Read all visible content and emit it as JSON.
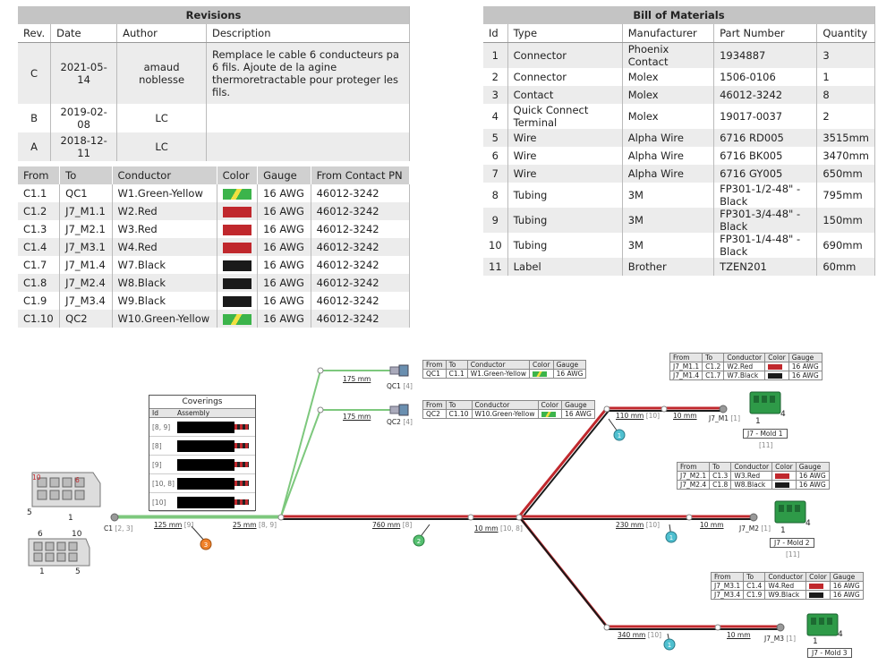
{
  "revisions": {
    "title": "Revisions",
    "headers": [
      "Rev.",
      "Date",
      "Author",
      "Description"
    ],
    "rows": [
      [
        "C",
        "2021-05-14",
        "amaud noblesse",
        "Remplace le cable 6 conducteurs pa 6 fils. Ajoute de la agine thermoretractable pour proteger les fils."
      ],
      [
        "B",
        "2019-02-08",
        "LC",
        ""
      ],
      [
        "A",
        "2018-12-11",
        "LC",
        ""
      ]
    ]
  },
  "bom": {
    "title": "Bill of Materials",
    "headers": [
      "Id",
      "Type",
      "Manufacturer",
      "Part Number",
      "Quantity"
    ],
    "rows": [
      [
        "1",
        "Connector",
        "Phoenix Contact",
        "1934887",
        "3"
      ],
      [
        "2",
        "Connector",
        "Molex",
        "1506-0106",
        "1"
      ],
      [
        "3",
        "Contact",
        "Molex",
        "46012-3242",
        "8"
      ],
      [
        "4",
        "Quick Connect Terminal",
        "Molex",
        "19017-0037",
        "2"
      ],
      [
        "5",
        "Wire",
        "Alpha Wire",
        "6716 RD005",
        "3515mm"
      ],
      [
        "6",
        "Wire",
        "Alpha Wire",
        "6716 BK005",
        "3470mm"
      ],
      [
        "7",
        "Wire",
        "Alpha Wire",
        "6716 GY005",
        "650mm"
      ],
      [
        "8",
        "Tubing",
        "3M",
        "FP301-1/2-48\" -Black",
        "795mm"
      ],
      [
        "9",
        "Tubing",
        "3M",
        "FP301-3/4-48\" -Black",
        "150mm"
      ],
      [
        "10",
        "Tubing",
        "3M",
        "FP301-1/4-48\" -Black",
        "690mm"
      ],
      [
        "11",
        "Label",
        "Brother",
        "TZEN201",
        "60mm"
      ]
    ]
  },
  "wires": {
    "headers": [
      "From",
      "To",
      "Conductor",
      "Color",
      "Gauge",
      "From Contact PN"
    ],
    "rows": [
      {
        "from": "C1.1",
        "to": "QC1",
        "conductor": "W1.Green-Yellow",
        "gauge": "16 AWG",
        "pn": "46012-3242",
        "color": "gy"
      },
      {
        "from": "C1.2",
        "to": "J7_M1.1",
        "conductor": "W2.Red",
        "gauge": "16 AWG",
        "pn": "46012-3242",
        "color": "red"
      },
      {
        "from": "C1.3",
        "to": "J7_M2.1",
        "conductor": "W3.Red",
        "gauge": "16 AWG",
        "pn": "46012-3242",
        "color": "red"
      },
      {
        "from": "C1.4",
        "to": "J7_M3.1",
        "conductor": "W4.Red",
        "gauge": "16 AWG",
        "pn": "46012-3242",
        "color": "red"
      },
      {
        "from": "C1.7",
        "to": "J7_M1.4",
        "conductor": "W7.Black",
        "gauge": "16 AWG",
        "pn": "46012-3242",
        "color": "black"
      },
      {
        "from": "C1.8",
        "to": "J7_M2.4",
        "conductor": "W8.Black",
        "gauge": "16 AWG",
        "pn": "46012-3242",
        "color": "black"
      },
      {
        "from": "C1.9",
        "to": "J7_M3.4",
        "conductor": "W9.Black",
        "gauge": "16 AWG",
        "pn": "46012-3242",
        "color": "black"
      },
      {
        "from": "C1.10",
        "to": "QC2",
        "conductor": "W10.Green-Yellow",
        "gauge": "16 AWG",
        "pn": "46012-3242",
        "color": "gy"
      }
    ]
  },
  "colors": {
    "red": "#c0282d",
    "black": "#1a1a1a",
    "green": "#3cb44b",
    "yellow": "#f0e040",
    "line_green": "#7dc87d"
  },
  "mini_headers": [
    "From",
    "To",
    "Conductor",
    "Color",
    "Gauge"
  ],
  "qc1_table": [
    [
      "QC1",
      "C1.1",
      "W1.Green-Yellow",
      "16 AWG"
    ]
  ],
  "qc2_table": [
    [
      "QC2",
      "C1.10",
      "W10.Green-Yellow",
      "16 AWG"
    ]
  ],
  "m1_table": [
    [
      "J7_M1.1",
      "C1.2",
      "W2.Red",
      "16 AWG"
    ],
    [
      "J7_M1.4",
      "C1.7",
      "W7.Black",
      "16 AWG"
    ]
  ],
  "m2_table": [
    [
      "J7_M2.1",
      "C1.3",
      "W3.Red",
      "16 AWG"
    ],
    [
      "J7_M2.4",
      "C1.8",
      "W8.Black",
      "16 AWG"
    ]
  ],
  "m3_table": [
    [
      "J7_M3.1",
      "C1.4",
      "W4.Red",
      "16 AWG"
    ],
    [
      "J7_M3.4",
      "C1.9",
      "W9.Black",
      "16 AWG"
    ]
  ],
  "coverings": {
    "title": "Coverings",
    "col_id": "Id",
    "col_assembly": "Assembly",
    "ids": [
      "[8, 9]",
      "[8]",
      "[9]",
      "[10, 8]",
      "[10]"
    ]
  },
  "diagram": {
    "c1_label": "C1",
    "c1_ref": "[2, 3]",
    "seg_125": "125 mm",
    "seg_125_ref": "[9]",
    "seg_25": "25 mm",
    "seg_25_ref": "[8, 9]",
    "seg_175a": "175 mm",
    "seg_175b": "175 mm",
    "qc1": "QC1",
    "qc1_ref": "[4]",
    "qc2": "QC2",
    "qc2_ref": "[4]",
    "seg_760": "760 mm",
    "seg_760_ref": "[8]",
    "seg_10": "10 mm",
    "seg_10_ref": "[10, 8]",
    "seg_110": "110 mm",
    "seg_110_ref": "[10]",
    "seg_10_m1": "10 mm",
    "seg_230": "230 mm",
    "seg_230_ref": "[10]",
    "seg_10_m2": "10 mm",
    "seg_340": "340 mm",
    "seg_340_ref": "[10]",
    "seg_10_m3": "10 mm",
    "j7m1": "J7_M1",
    "j7m1_ref": "[1]",
    "j7m2": "J7_M2",
    "j7m2_ref": "[1]",
    "j7m3": "J7_M3",
    "j7m3_ref": "[1]",
    "mold1": "J7 - Mold 1",
    "mold1_ref": "[11]",
    "mold2": "J7 - Mold 2",
    "mold2_ref": "[11]",
    "mold3": "J7 - Mold 3",
    "pin1a": "1",
    "pin4a": "4",
    "pin1b": "1",
    "pin4b": "4",
    "pin1c": "1",
    "pin4c": "4",
    "c1_top_5": "5",
    "c1_top_1": "1",
    "c1_top_10": "10",
    "c1_top_6": "6",
    "c1_bot_6": "6",
    "c1_bot_10": "10",
    "c1_bot_1": "1",
    "c1_bot_5": "5",
    "badge_3": "3",
    "badge_2": "2",
    "badge_1a": "1",
    "badge_1b": "1",
    "badge_1c": "1"
  }
}
